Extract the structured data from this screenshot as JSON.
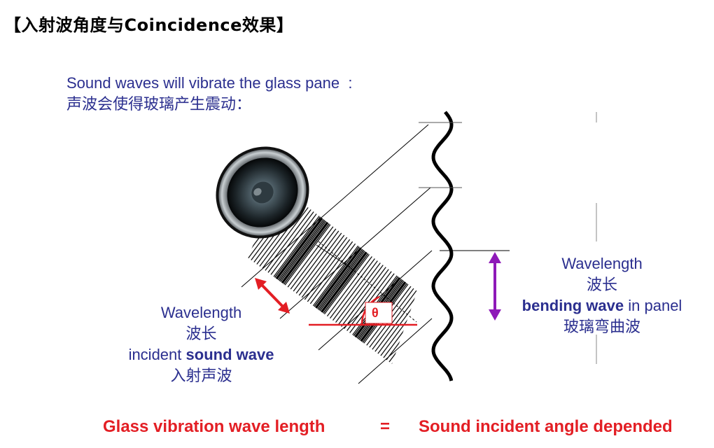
{
  "title": "【入射波角度与Coincidence效果】",
  "intro": {
    "line1": "Sound waves will vibrate the glass pane  :",
    "line2": "声波会使得玻璃产生震动："
  },
  "incident_label": {
    "wavelength_en": "Wavelength",
    "wavelength_cn": "波长",
    "prefix": "incident ",
    "bold": "sound wave",
    "cn": "入射声波"
  },
  "bending_label": {
    "wavelength_en": "Wavelength",
    "wavelength_cn": "波长",
    "bold": "bending wave",
    "suffix": " in panel",
    "cn": "玻璃弯曲波"
  },
  "angle_symbol": "θ",
  "formula": {
    "left": "Glass vibration wave length",
    "equals": "=",
    "right": "Sound incident angle depended"
  },
  "colors": {
    "text_blue": "#2b2f8f",
    "formula_red": "#e31e24",
    "arrow_red": "#e31e24",
    "arrow_purple": "#8e19b8",
    "wave_black": "#000000"
  },
  "icons": [
    "speaker-icon"
  ]
}
